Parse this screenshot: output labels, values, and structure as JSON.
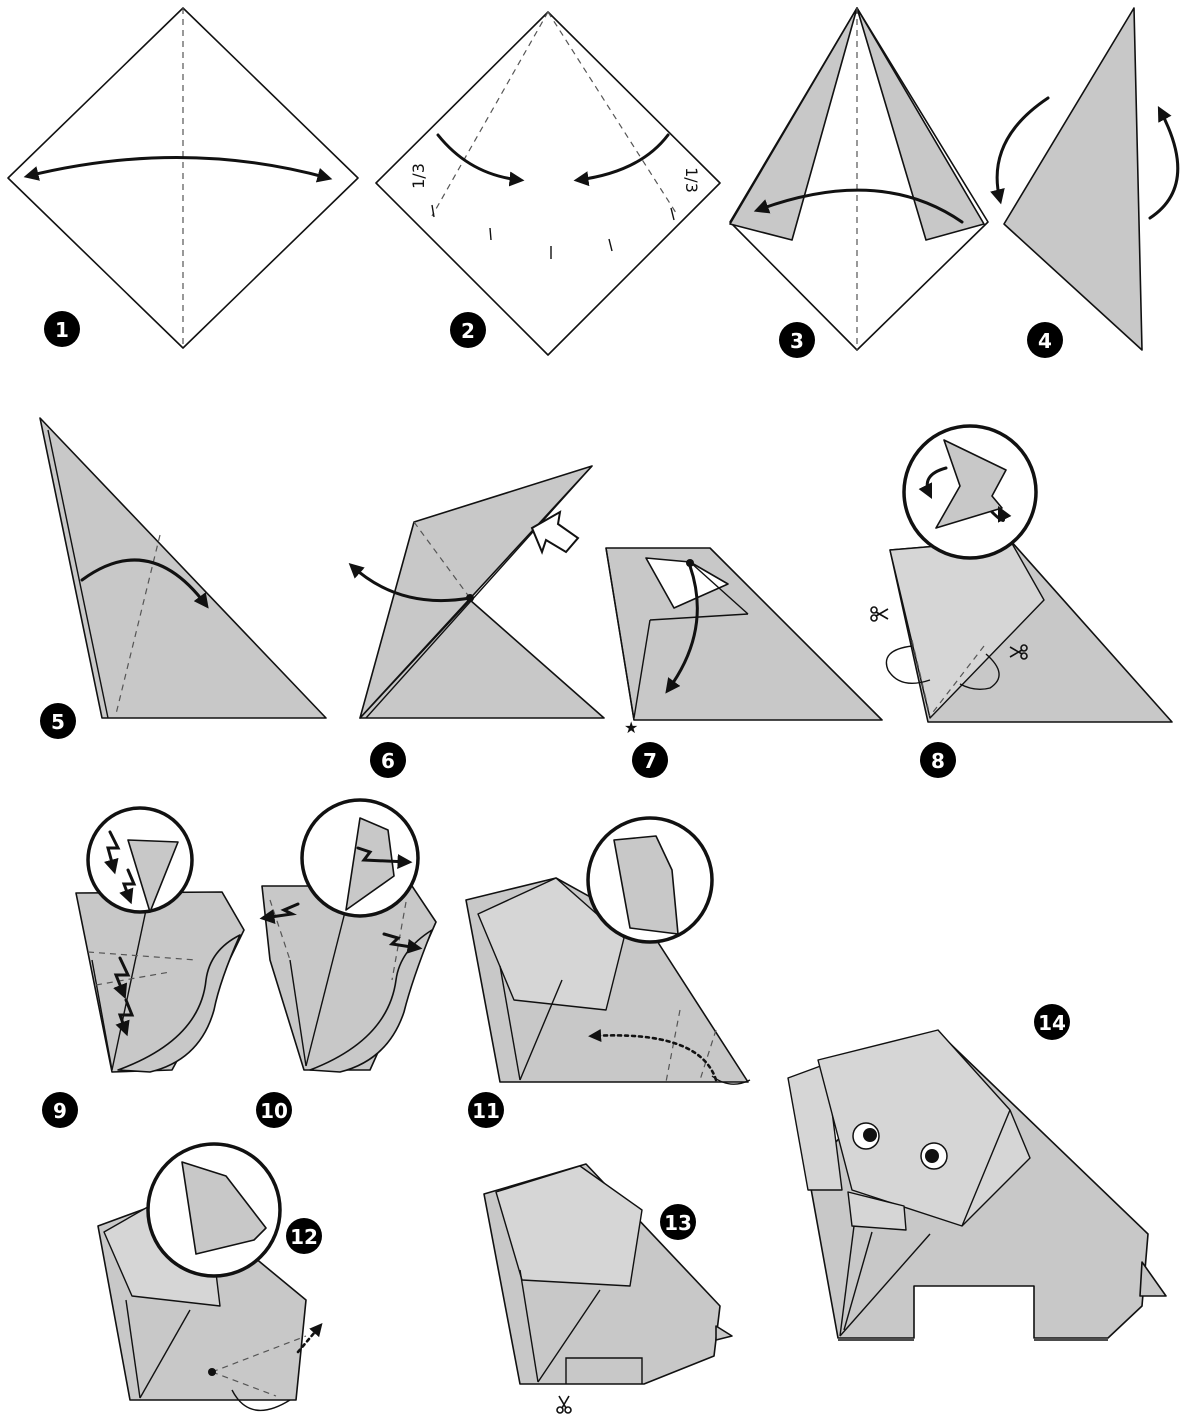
{
  "steps": [
    {
      "number": "1"
    },
    {
      "number": "2",
      "fraction_left": "1/3",
      "fraction_right": "1/3"
    },
    {
      "number": "3"
    },
    {
      "number": "4"
    },
    {
      "number": "5"
    },
    {
      "number": "6"
    },
    {
      "number": "7"
    },
    {
      "number": "8"
    },
    {
      "number": "9"
    },
    {
      "number": "10"
    },
    {
      "number": "11"
    },
    {
      "number": "12"
    },
    {
      "number": "13"
    },
    {
      "number": "14"
    }
  ],
  "colors": {
    "paper_grey": "#c8c8c8",
    "line": "#111111",
    "background": "#ffffff"
  },
  "icons": [
    "curved-arrow",
    "scissors-icon",
    "star-icon",
    "push-arrow-icon",
    "pleat-arrow-icon"
  ]
}
